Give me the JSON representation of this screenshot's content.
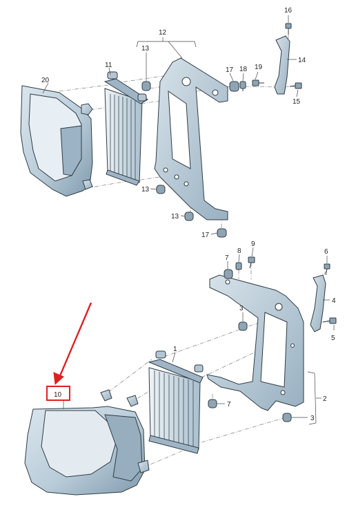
{
  "upper_group": {
    "labels": {
      "p20": "20",
      "p11": "11",
      "p13a": "13",
      "p12": "12",
      "p17a": "17",
      "p18": "18",
      "p19": "19",
      "p16": "16",
      "p14": "14",
      "p15": "15",
      "p13b": "13",
      "p13c": "13",
      "p17b": "17"
    }
  },
  "lower_group": {
    "labels": {
      "p7a": "7",
      "p8": "8",
      "p9": "9",
      "p6": "6",
      "p4": "4",
      "p3a": "3",
      "p5": "5",
      "p1": "1",
      "p10": "10",
      "p7b": "7",
      "p2": "2",
      "p3b": "3"
    }
  },
  "highlight": {
    "target_label": "10",
    "color": "#e02020"
  },
  "colors": {
    "part_fill": "#c3d3de",
    "part_dark": "#8fa7b8",
    "line": "#2f3a42"
  }
}
